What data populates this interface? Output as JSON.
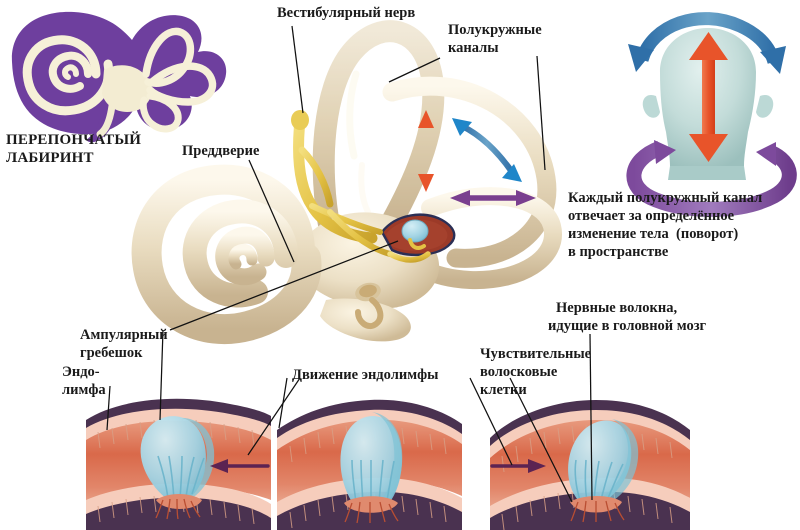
{
  "figure": {
    "title_hidden": "",
    "language": "ru"
  },
  "inset": {
    "name": "membranous-labyrinth-inset",
    "caption_line1": "ПЕРЕПОНЧАТЫЙ",
    "caption_line2": "ЛАБИРИНТ",
    "bg_color": "#6e3f9e",
    "structure_color": "#f2eccf"
  },
  "labels": {
    "vestibular_nerve": "Вестибулярный нерв",
    "semicircular_canals_l1": "Полукружные",
    "semicircular_canals_l2": "каналы",
    "vestibule": "Преддверие",
    "ampullary_crest_l1": "Ампулярный",
    "ampullary_crest_l2": "гребешок",
    "endolymph_l1": "Эндо-",
    "endolymph_l2": "лимфа",
    "endolymph_movement": "Движение эндолимфы",
    "hair_cells_l1": "Чувствительные",
    "hair_cells_l2": "волосковые",
    "hair_cells_l3": "клетки",
    "nerve_fibers_l1": "Нервные волокна,",
    "nerve_fibers_l2": "идущие в головной мозг"
  },
  "side_text": {
    "line1": "Каждый полукружный канал",
    "line2": "отвечает за определённое",
    "line3": "изменение тела  (поворот)",
    "line4": "в пространстве"
  },
  "head_diagram": {
    "name": "head-rotation-diagram",
    "head_color": "#bcd9d6",
    "vertical_arrow_color": "#e8542a",
    "top_arc_arrow_color": "#2f6fa8",
    "bottom_arc_arrow_color": "#7d4a9c"
  },
  "labyrinth": {
    "bone_color": "#e8dcc0",
    "bone_shadow": "#cbb894",
    "nerve_color": "#e8c64a",
    "ampulla_outline": "#2b2f55",
    "ampulla_interior": "#9c3a28",
    "cupula_color": "#a9dbe6",
    "arrows": [
      {
        "name": "red-vertical-arrow",
        "color": "#e04b2e",
        "orientation": "vertical",
        "meaning": "vertical plane rotation"
      },
      {
        "name": "blue-diagonal-arrow",
        "color": "#1f86c9",
        "orientation": "diagonal",
        "meaning": "diagonal plane rotation"
      },
      {
        "name": "purple-horizontal-arrow",
        "color": "#7a3f8f",
        "orientation": "horizontal",
        "meaning": "horizontal plane rotation"
      }
    ]
  },
  "crista_panels": [
    {
      "name": "crista-panel-left",
      "cupula_state": "deflected-left",
      "flow_arrow_color": "#5c2352",
      "flow_arrow_direction": "left",
      "wall_color": "#4a3250",
      "epithelium_color": "#f6cdbc",
      "lumen_color": "#de7a5e",
      "cupula_color": "#9fd4e3"
    },
    {
      "name": "crista-panel-middle",
      "cupula_state": "upright",
      "flow_arrow_color": "#5c2352",
      "flow_arrow_direction": "none",
      "wall_color": "#4a3250",
      "epithelium_color": "#f6cdbc",
      "lumen_color": "#de7a5e",
      "cupula_color": "#9fd4e3"
    },
    {
      "name": "crista-panel-right",
      "cupula_state": "deflected-right",
      "flow_arrow_color": "#5c2352",
      "flow_arrow_direction": "right",
      "wall_color": "#4a3250",
      "epithelium_color": "#f6cdbc",
      "lumen_color": "#de7a5e",
      "cupula_color": "#9fd4e3"
    }
  ]
}
